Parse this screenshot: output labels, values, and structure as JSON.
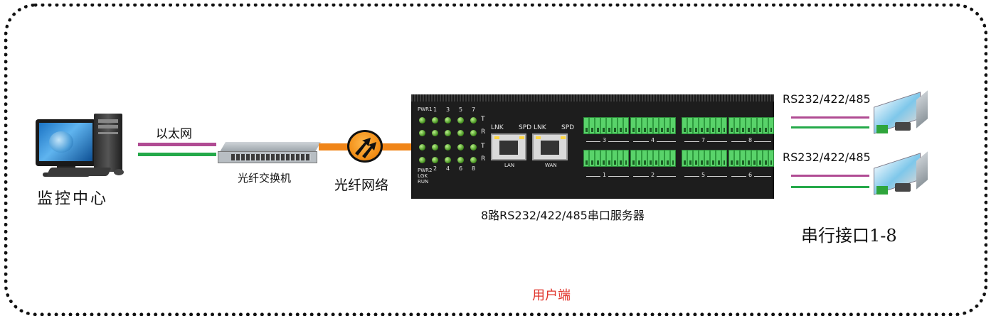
{
  "labels": {
    "monitor_center": "监控中心",
    "ethernet": "以太网",
    "fiber_switch": "光纤交换机",
    "fiber_network": "光纤网络",
    "server_name": "8路RS232/422/485串口服务器",
    "serial_top": "RS232/422/485",
    "serial_bottom": "RS232/422/485",
    "serial_ports": "串行接口1-8",
    "user_end": "用户端"
  },
  "server": {
    "led_labels": {
      "pwr1": "PWR1",
      "pwr2": "PWR2",
      "lgk": "LGK",
      "run": "RUN",
      "t": "T",
      "r": "R"
    },
    "led_numbers_top": [
      "1",
      "3",
      "5",
      "7"
    ],
    "led_numbers_bottom": [
      "2",
      "4",
      "6",
      "8"
    ],
    "port_lan": {
      "lnk": "LNK",
      "spd": "SPD",
      "name": "LAN"
    },
    "port_wan": {
      "lnk": "LNK",
      "spd": "SPD",
      "name": "WAN"
    },
    "terminal_top": [
      "3",
      "4",
      "7",
      "8"
    ],
    "terminal_bottom": [
      "1",
      "2",
      "5",
      "6"
    ]
  },
  "colors": {
    "line_purple": "#b04b93",
    "line_green": "#25a94a",
    "fiber_orange": "#f08518",
    "user_end_red": "#e0332a"
  },
  "icons": {
    "computer": "computer-icon",
    "switch": "fiber-switch-icon",
    "fiber": "fiber-network-icon",
    "server": "serial-server-device",
    "converter": "serial-converter-icon"
  }
}
